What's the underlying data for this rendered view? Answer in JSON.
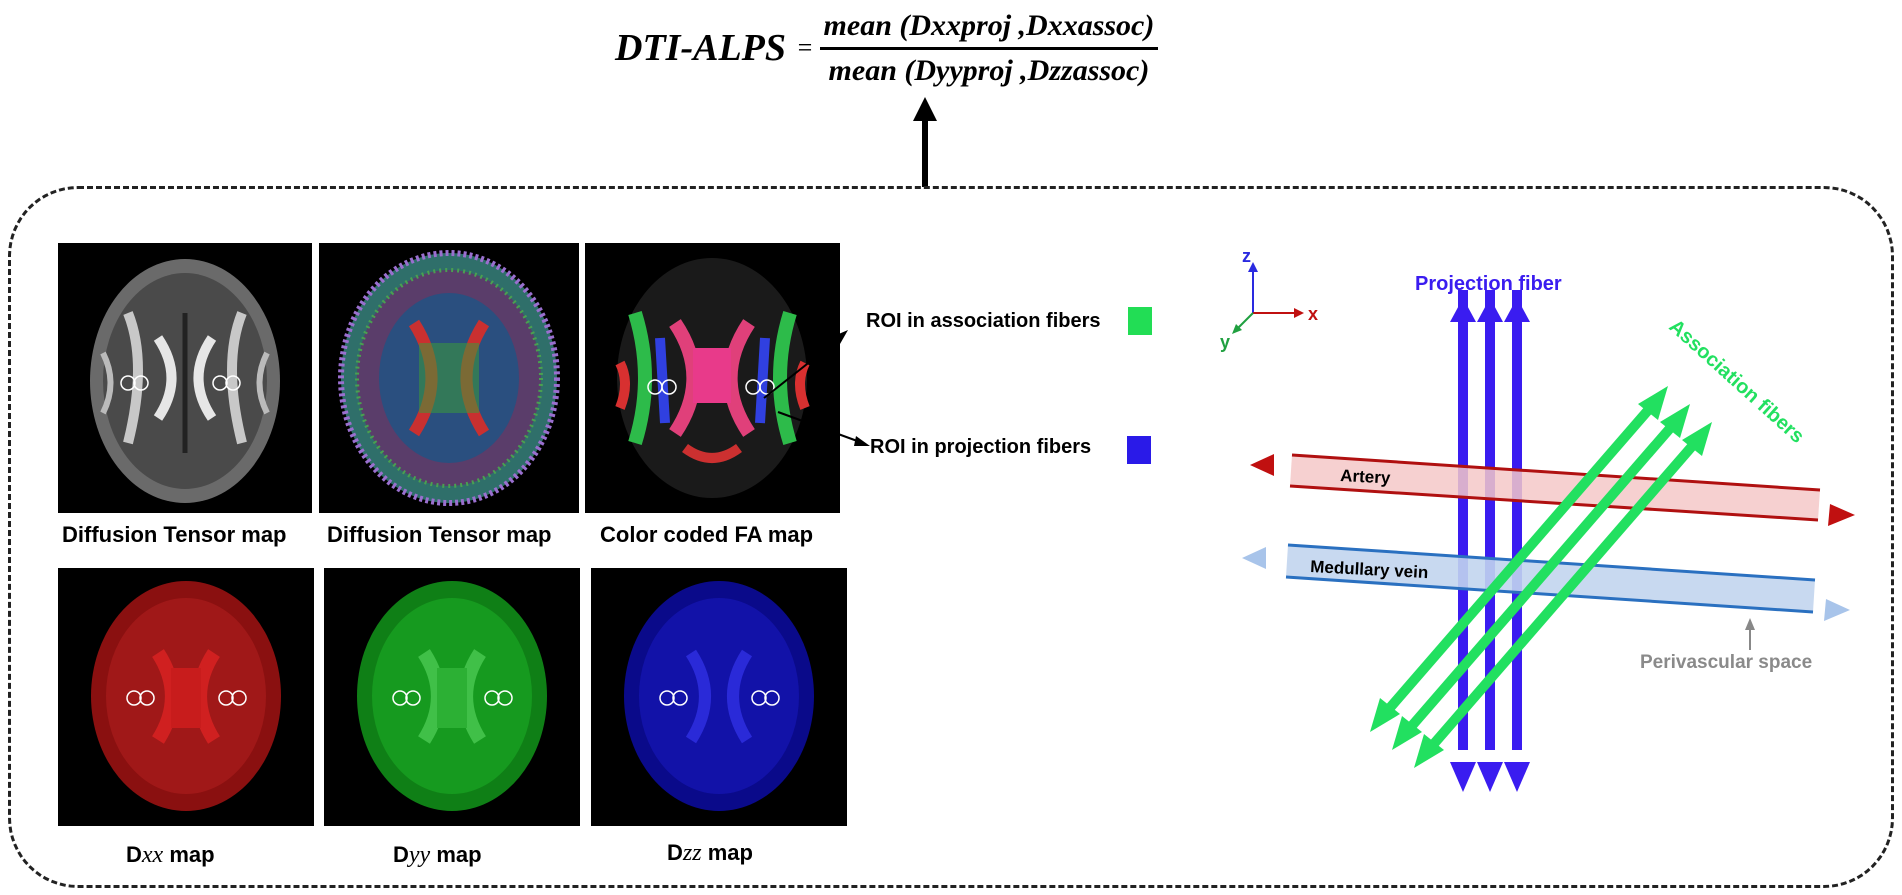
{
  "formula": {
    "lhs": "DTI-ALPS",
    "equals": "=",
    "numerator": "mean (Dxxproj ,Dxxassoc)",
    "denominator": "mean (Dyyproj ,Dzzassoc)"
  },
  "captions": {
    "top1": "Diffusion Tensor map",
    "top2": "Diffusion Tensor map",
    "top3": "Color coded FA map",
    "dxx_prefix": "D",
    "dxx_var": "xx",
    "dxx_suffix": " map",
    "dyy_prefix": "D",
    "dyy_var": "yy",
    "dyy_suffix": " map",
    "dzz_prefix": "D",
    "dzz_var": "zz",
    "dzz_suffix": " map"
  },
  "roi": {
    "association": "ROI in association fibers",
    "projection": "ROI in projection fibers",
    "association_color": "#22dd55",
    "projection_color": "#2a1ae8"
  },
  "diagram": {
    "axis_z": "z",
    "axis_x": "x",
    "axis_y": "y",
    "projection_fiber": "Projection fiber",
    "association_fibers": "Association fibers",
    "artery": "Artery",
    "medullary_vein": "Medullary vein",
    "perivascular_space": "Perivascular space",
    "projection_color": "#3a1cf0",
    "association_color": "#22e060",
    "artery_color": "#b01010",
    "vein_color": "#2a70c0"
  }
}
